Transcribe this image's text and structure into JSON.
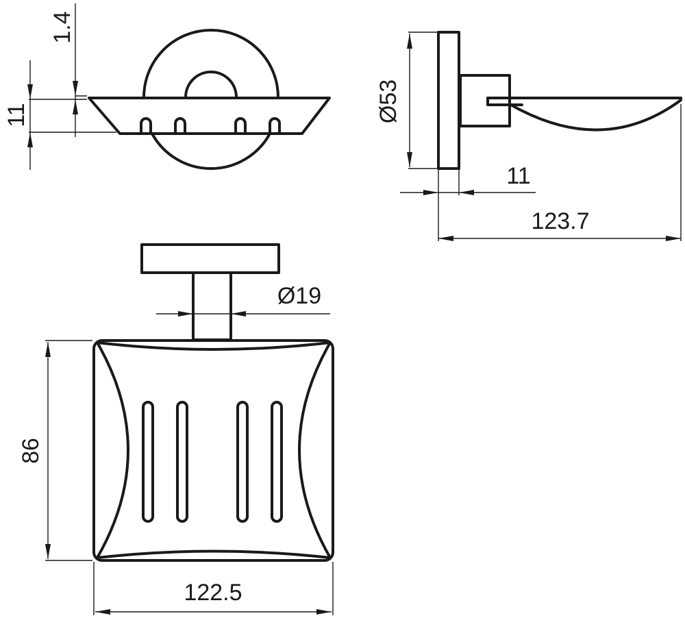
{
  "dimensions": {
    "top_lip": "1.4",
    "top_height": "11",
    "side_diameter": "Ø53",
    "side_base_depth": "11",
    "side_total_length": "123.7",
    "stem_diameter": "Ø19",
    "plan_depth": "86",
    "plan_width": "122.5"
  }
}
